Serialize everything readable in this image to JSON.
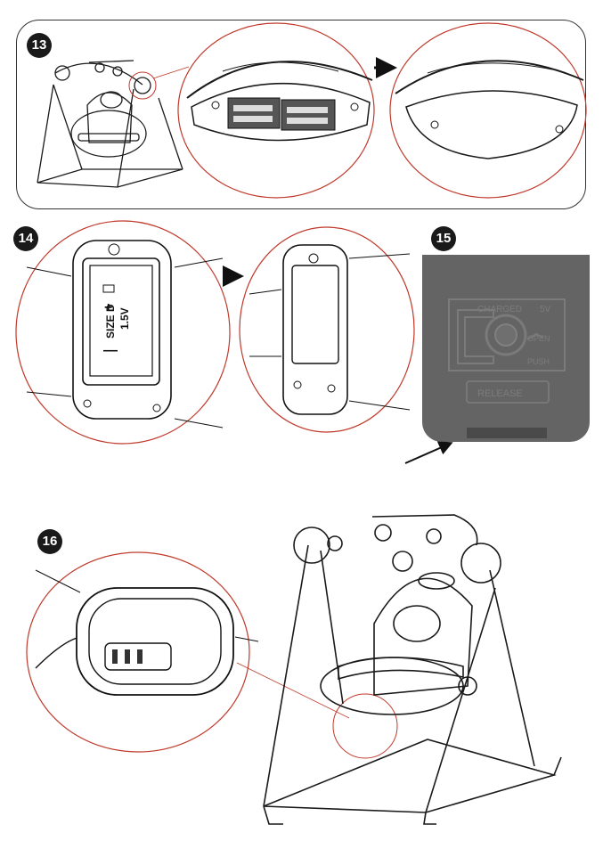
{
  "steps": {
    "s13": "13",
    "s14": "14",
    "s15": "15",
    "s16": "16"
  },
  "battery_label": {
    "size": "SIZE  D",
    "voltage": "1.5V",
    "plus": "+",
    "minus": "—"
  },
  "remote": {
    "charged": "CHARGED",
    "volts": "5V",
    "open": "OPEN",
    "push": "PUSH",
    "release": "RELEASE"
  },
  "colors": {
    "line": "#1a1a1a",
    "callout_circle": "#c0392b",
    "remote_body": "#646464",
    "badge": "#1a1a1a"
  },
  "icons": [
    "arrow-right-icon",
    "pointer-arrow-icon",
    "battery-icon"
  ]
}
